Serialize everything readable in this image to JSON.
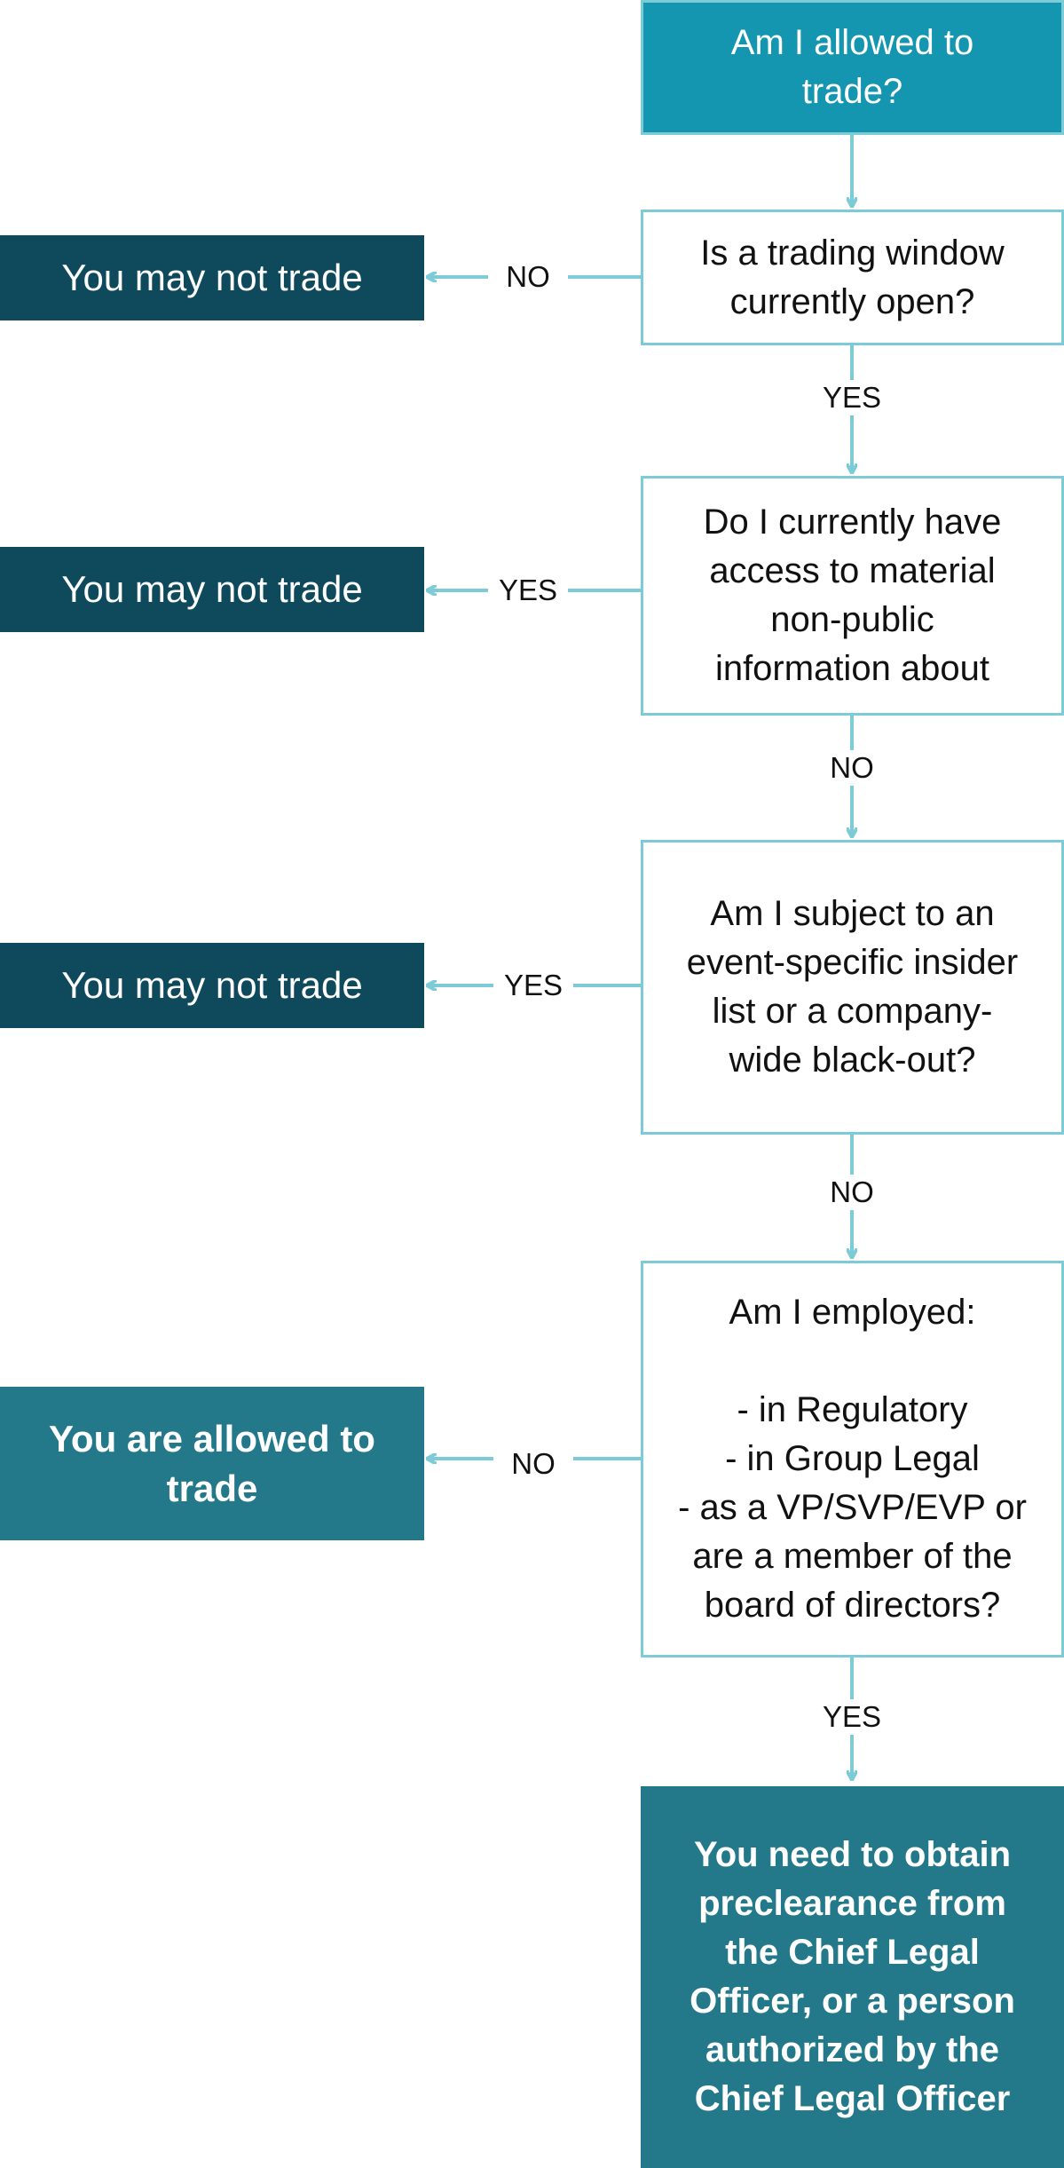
{
  "colors": {
    "start_fill": "#1496b0",
    "border": "#7ccbd6",
    "deny_fill": "#0f4a5c",
    "allow_fill": "#23798a",
    "arrow": "#7ccbd6"
  },
  "start": "Am I allowed to\ntrade?",
  "q1": {
    "text": "Is a trading window\ncurrently open?",
    "no_label": "NO",
    "yes_label": "YES"
  },
  "q2": {
    "text": "Do I currently have\naccess to material\nnon-public\ninformation about",
    "yes_label": "YES",
    "no_label": "NO"
  },
  "q3": {
    "text": "Am I subject to an\nevent-specific insider\nlist or a company-\nwide black-out?",
    "yes_label": "YES",
    "no_label": "NO"
  },
  "q4": {
    "text": "Am I employed:\n\n- in Regulatory\n- in Group Legal\n- as a VP/SVP/EVP or\nare a member of the\nboard of directors?",
    "no_label": "NO",
    "yes_label": "YES"
  },
  "outcome_deny_1": "You may not trade",
  "outcome_deny_2": "You may not trade",
  "outcome_deny_3": "You may not trade",
  "outcome_allow": "You are allowed to\ntrade",
  "outcome_final": "You need to obtain\npreclearance from\nthe Chief Legal\nOfficer, or a person\nauthorized by the\nChief Legal Officer"
}
